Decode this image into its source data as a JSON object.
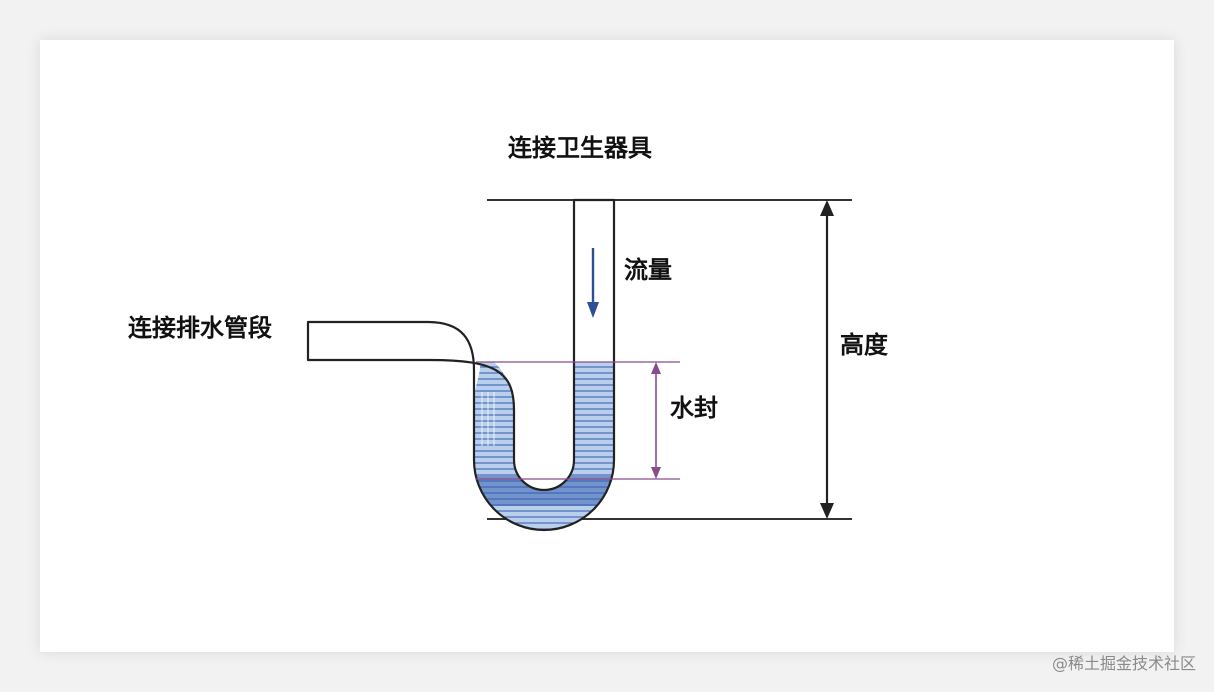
{
  "labels": {
    "fixture_connection": "连接卫生器具",
    "drain_connection": "连接排水管段",
    "flow": "流量",
    "water_seal": "水封",
    "height": "高度"
  },
  "watermark": "@稀土掘金技术社区",
  "colors": {
    "water_fill": "#b9cfec",
    "water_lines": "#3a63b3",
    "pipe_outline": "#222222",
    "flow_arrow": "#2d4f94",
    "seal_marker": "#8a4a8e",
    "dimension_lines": "#333333"
  }
}
